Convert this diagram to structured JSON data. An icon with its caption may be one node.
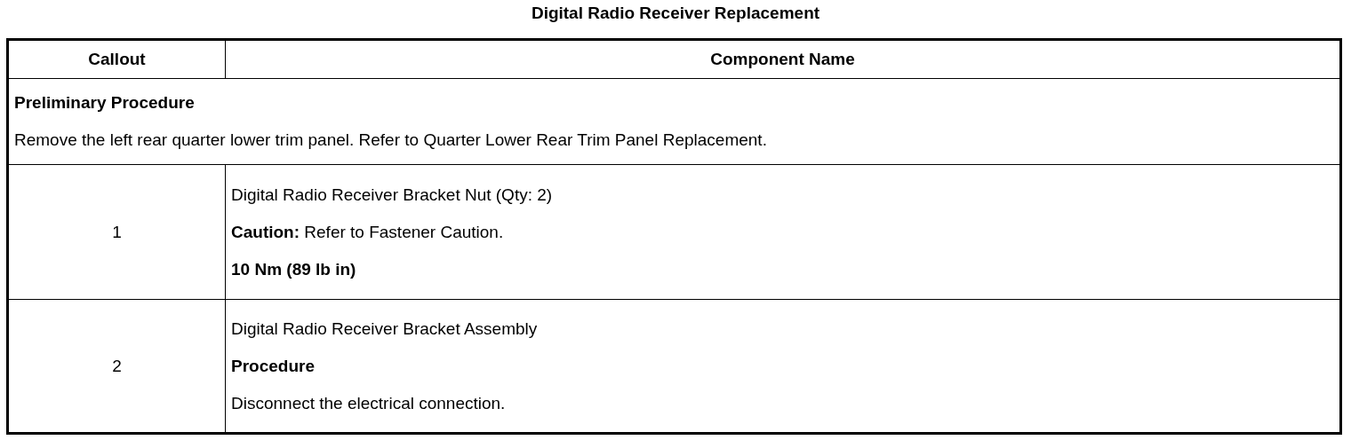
{
  "diagram": {
    "title": "Digital Radio Receiver Replacement",
    "labels": [
      "Callout",
      "Component Name",
      "Preliminary Procedure",
      "Remove the left rear quarter lower trim panel. Refer to Quarter Lower Rear Trim Panel Replacement.",
      "1",
      "Digital Radio Receiver Bracket Nut (Qty: 2)",
      "**Caution:** Refer to Fastener Caution.",
      "10 Nm (89 lb in)",
      "2",
      "Digital Radio Receiver Bracket Assembly",
      "Procedure",
      "Disconnect the electrical connection."
    ]
  }
}
